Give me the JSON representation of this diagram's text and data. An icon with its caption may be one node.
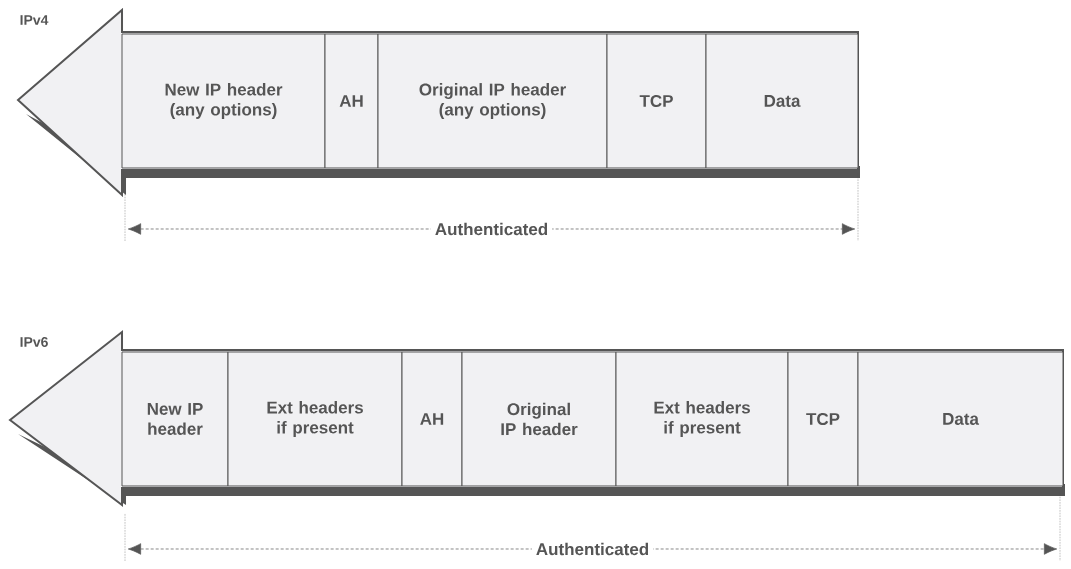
{
  "diagram": {
    "nodes": [
      {
        "text": [
          "New IP header (any options)"
        ]
      },
      {
        "text": [
          "AH"
        ]
      },
      {
        "text": [
          "Original IP header (any options)"
        ]
      },
      {
        "text": [
          "TCP"
        ]
      },
      {
        "text": [
          "Data"
        ]
      },
      {
        "text": [
          "New IP header"
        ]
      },
      {
        "text": [
          "Ext headers if present"
        ]
      },
      {
        "text": [
          "AH"
        ]
      },
      {
        "text": [
          "Original IP header"
        ]
      },
      {
        "text": [
          "Ext headers if present"
        ]
      },
      {
        "text": [
          "TCP"
        ]
      },
      {
        "text": [
          "Data"
        ]
      }
    ],
    "labels": [
      "IPv4",
      "Authenticated",
      "IPv6",
      "Authenticated"
    ]
  }
}
